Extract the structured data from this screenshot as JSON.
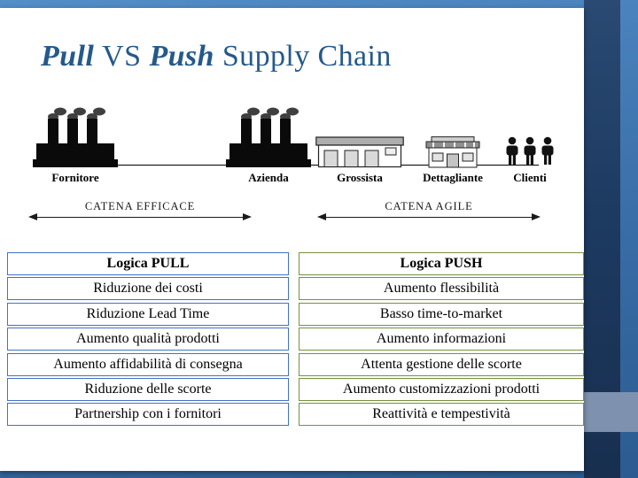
{
  "slide": {
    "title": {
      "pull": "Pull",
      "vs": "VS",
      "push": "Push",
      "suffix": "Supply Chain"
    }
  },
  "diagram": {
    "nodes": [
      {
        "id": "fornitore",
        "label": "Fornitore",
        "icon": "factory-icon"
      },
      {
        "id": "azienda",
        "label": "Azienda",
        "icon": "factory-icon"
      },
      {
        "id": "grossista",
        "label": "Grossista",
        "icon": "warehouse-icon"
      },
      {
        "id": "dettagliante",
        "label": "Dettagliante",
        "icon": "shop-icon"
      },
      {
        "id": "clienti",
        "label": "Clienti",
        "icon": "people-icon"
      }
    ],
    "arrows": [
      {
        "label": "CATENA EFFICACE"
      },
      {
        "label": "CATENA AGILE"
      }
    ]
  },
  "tables": {
    "pull": {
      "header": "Logica PULL",
      "rows": [
        "Riduzione dei costi",
        "Riduzione Lead Time",
        "Aumento qualità prodotti",
        "Aumento affidabilità di consegna",
        "Riduzione delle scorte",
        "Partnership con i fornitori"
      ]
    },
    "push": {
      "header": "Logica PUSH",
      "rows": [
        "Aumento flessibilità",
        "Basso time-to-market",
        "Aumento informazioni",
        "Attenta gestione delle scorte",
        "Aumento customizzazioni prodotti",
        "Reattività e tempestività"
      ]
    }
  },
  "colors": {
    "title_text": "#24598C",
    "pull_border": "#4472C4",
    "push_border": "#76923C",
    "slide_bg": "#FFFFFF",
    "frame_navy": "#1D3A61",
    "accent_square": "#7E92AF"
  }
}
